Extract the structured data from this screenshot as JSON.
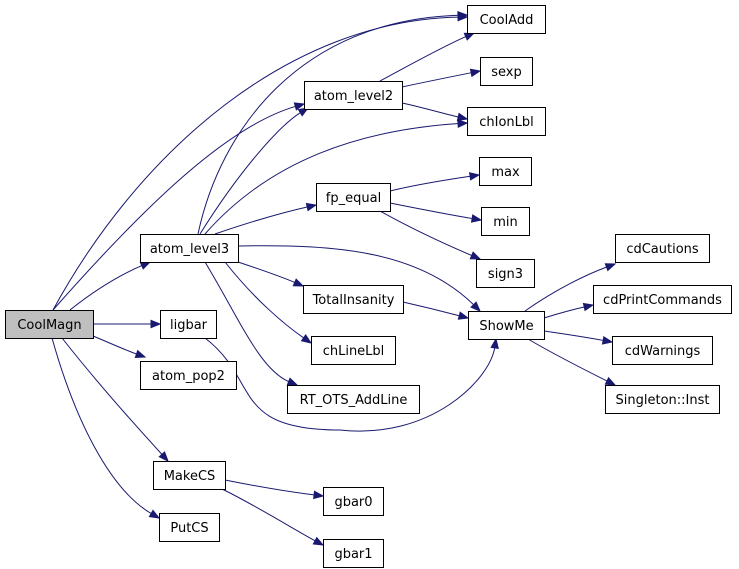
{
  "colors": {
    "edge": "#191970",
    "root_fill": "#bfbfbf",
    "node_fill": "#ffffff"
  },
  "nodes": {
    "CoolMagn": "CoolMagn",
    "atom_level3": "atom_level3",
    "ligbar": "ligbar",
    "atom_pop2": "atom_pop2",
    "MakeCS": "MakeCS",
    "PutCS": "PutCS",
    "CoolAdd": "CoolAdd",
    "atom_level2": "atom_level2",
    "sexp": "sexp",
    "chIonLbl": "chIonLbl",
    "fp_equal": "fp_equal",
    "max": "max",
    "min": "min",
    "sign3": "sign3",
    "TotalInsanity": "TotalInsanity",
    "ShowMe": "ShowMe",
    "chLineLbl": "chLineLbl",
    "RT_OTS_AddLine": "RT_OTS_AddLine",
    "cdCautions": "cdCautions",
    "cdPrintCommands": "cdPrintCommands",
    "cdWarnings": "cdWarnings",
    "Singleton_Inst": "Singleton::Inst",
    "gbar0": "gbar0",
    "gbar1": "gbar1"
  },
  "edges": [
    [
      "CoolMagn",
      "CoolAdd"
    ],
    [
      "CoolMagn",
      "atom_level2"
    ],
    [
      "CoolMagn",
      "atom_level3"
    ],
    [
      "CoolMagn",
      "ligbar"
    ],
    [
      "CoolMagn",
      "atom_pop2"
    ],
    [
      "CoolMagn",
      "MakeCS"
    ],
    [
      "CoolMagn",
      "PutCS"
    ],
    [
      "atom_level3",
      "CoolAdd"
    ],
    [
      "atom_level3",
      "atom_level2"
    ],
    [
      "atom_level3",
      "chIonLbl"
    ],
    [
      "atom_level3",
      "fp_equal"
    ],
    [
      "atom_level3",
      "ShowMe"
    ],
    [
      "atom_level3",
      "TotalInsanity"
    ],
    [
      "atom_level3",
      "chLineLbl"
    ],
    [
      "atom_level3",
      "RT_OTS_AddLine"
    ],
    [
      "atom_level2",
      "CoolAdd"
    ],
    [
      "atom_level2",
      "sexp"
    ],
    [
      "atom_level2",
      "chIonLbl"
    ],
    [
      "fp_equal",
      "max"
    ],
    [
      "fp_equal",
      "min"
    ],
    [
      "fp_equal",
      "sign3"
    ],
    [
      "TotalInsanity",
      "ShowMe"
    ],
    [
      "ligbar",
      "ShowMe"
    ],
    [
      "ShowMe",
      "cdCautions"
    ],
    [
      "ShowMe",
      "cdPrintCommands"
    ],
    [
      "ShowMe",
      "cdWarnings"
    ],
    [
      "ShowMe",
      "Singleton_Inst"
    ],
    [
      "MakeCS",
      "gbar0"
    ],
    [
      "MakeCS",
      "gbar1"
    ]
  ]
}
